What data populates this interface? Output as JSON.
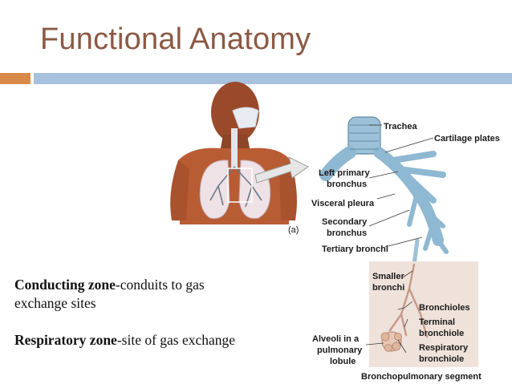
{
  "slide": {
    "title": "Functional Anatomy",
    "accent_color": "#d98a4a",
    "rule_color": "#a7c0dc",
    "title_color": "#8b5a45"
  },
  "zones": {
    "conducting_term": "Conducting zone",
    "conducting_desc": "-conduits to gas exchange sites",
    "respiratory_term": "Respiratory zone",
    "respiratory_desc": "-site of gas exchange"
  },
  "diagram": {
    "panel_letter": "(a)",
    "labels": {
      "trachea": "Trachea",
      "cartilage": "Cartilage plates",
      "left_primary_1": "Left primary",
      "left_primary_2": "bronchus",
      "visceral_pleura": "Visceral pleura",
      "secondary_1": "Secondary",
      "secondary_2": "bronchus",
      "tertiary": "Tertiary bronchi",
      "smaller_1": "Smaller",
      "smaller_2": "bronchi",
      "bronchioles": "Bronchioles",
      "terminal_1": "Terminal",
      "terminal_2": "bronchiole",
      "alveoli_1": "Alveoli in a",
      "alveoli_2": "pulmonary",
      "alveoli_3": "lobule",
      "respiratory_1": "Respiratory",
      "respiratory_2": "bronchiole",
      "segment": "Bronchopulmonary segment"
    }
  }
}
